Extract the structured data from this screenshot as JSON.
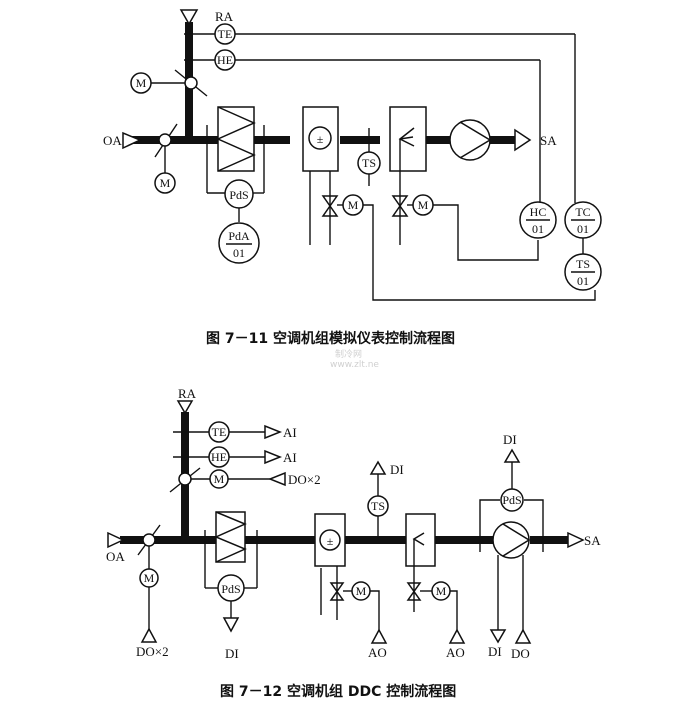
{
  "figure1": {
    "caption": "图 7－11   空调机组模拟仪表控制流程图",
    "labels": {
      "return_air": "RA",
      "outdoor_air": "OA",
      "supply_air": "SA",
      "temp_element": "TE",
      "humidity_element": "HE",
      "motor": "M",
      "temp_switch": "TS",
      "diff_pressure_switch": "PdS",
      "diff_pressure_alarm_top": "PdA",
      "diff_pressure_alarm_bottom": "01",
      "humidity_controller_top": "HC",
      "humidity_controller_bottom": "01",
      "temp_controller_top": "TC",
      "temp_controller_bottom": "01",
      "temp_switch_ctl_top": "TS",
      "temp_switch_ctl_bottom": "01",
      "coil_symbol": "±"
    },
    "watermark": [
      "制冷网",
      "www.zlt.ne"
    ]
  },
  "figure2": {
    "caption": "图 7－12   空调机组 DDC 控制流程图",
    "labels": {
      "return_air": "RA",
      "outdoor_air": "OA",
      "supply_air": "SA",
      "temp_element": "TE",
      "humidity_element": "HE",
      "motor": "M",
      "temp_switch": "TS",
      "diff_pressure_switch": "PdS",
      "coil_symbol": "±",
      "te_signal": "AI",
      "he_signal": "AI",
      "ra_damper_signal": "DO×2",
      "oa_damper_signal": "DO×2",
      "filter_signal": "DI",
      "ts_signal": "DI",
      "coil_valve_signal": "AO",
      "humidifier_valve_signal": "AO",
      "fan_pds_signal": "DI",
      "fan_status_signal": "DI",
      "fan_control_signal": "DO"
    }
  }
}
